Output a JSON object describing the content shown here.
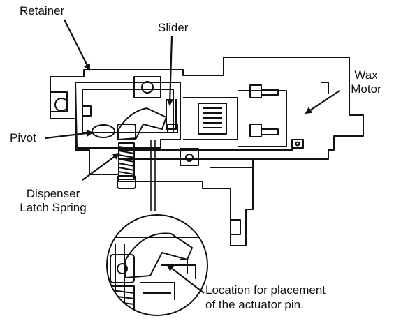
{
  "labels": {
    "retainer": "Retainer",
    "slider": "Slider",
    "wax_line1": "Wax",
    "wax_line2": "Motor",
    "pivot": "Pivot",
    "dispenser_line1": "Dispenser",
    "dispenser_line2": "Latch Spring",
    "location_line1": "Location for placement",
    "location_line2": "of the actuator pin."
  },
  "colors": {
    "ink": "#111111",
    "background": "#ffffff"
  }
}
